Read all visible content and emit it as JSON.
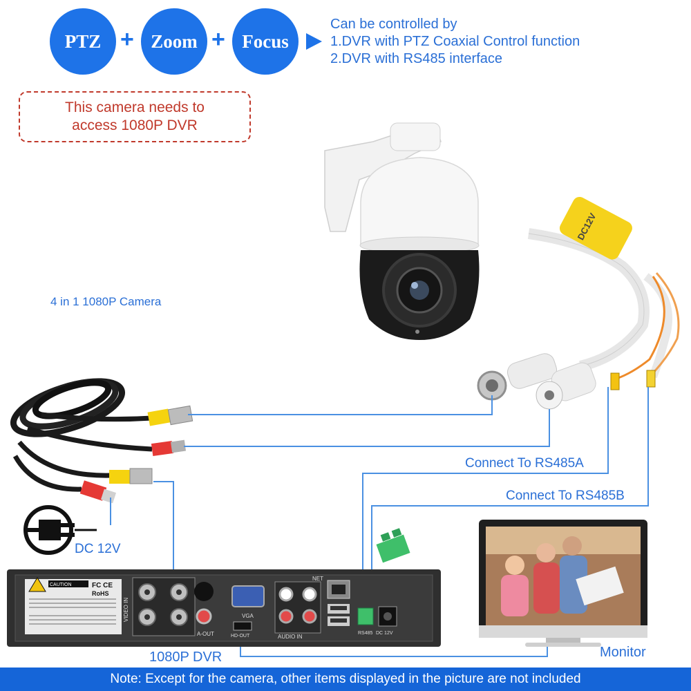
{
  "features": {
    "ptz": "PTZ",
    "zoom": "Zoom",
    "focus": "Focus",
    "plus": "+"
  },
  "control": {
    "heading": "Can be controlled by",
    "item1": "1.DVR with PTZ Coaxial Control function",
    "item2": "2.DVR with RS485 interface"
  },
  "requirement_note": {
    "line1": "This camera needs to",
    "line2": "access 1080P DVR"
  },
  "camera_label": "4 in 1 1080P Camera",
  "power_label": "DC 12V",
  "rs485a_label": "Connect To RS485A",
  "rs485b_label": "Connect To RS485B",
  "dvr_label": "1080P DVR",
  "monitor_label": "Monitor",
  "cable_tag": "DC12V",
  "dvr_panel": {
    "caution": "CAUTION",
    "fcc": "FC CE",
    "rohs": "RoHS",
    "video_in": "VIDEO IN",
    "vga": "VGA",
    "a_out": "A-OUT",
    "hd_out": "HD-OUT",
    "audio_in": "AUDIO IN",
    "net": "NET",
    "rs485": "RS485",
    "dc12v": "DC 12V"
  },
  "footer_note": "Note: Except for the camera, other items displayed in the picture are not included",
  "colors": {
    "accent_blue": "#1e73e8",
    "line_blue": "#4a90e2",
    "note_red": "#c0392b",
    "footer_blue": "#1565d8"
  }
}
